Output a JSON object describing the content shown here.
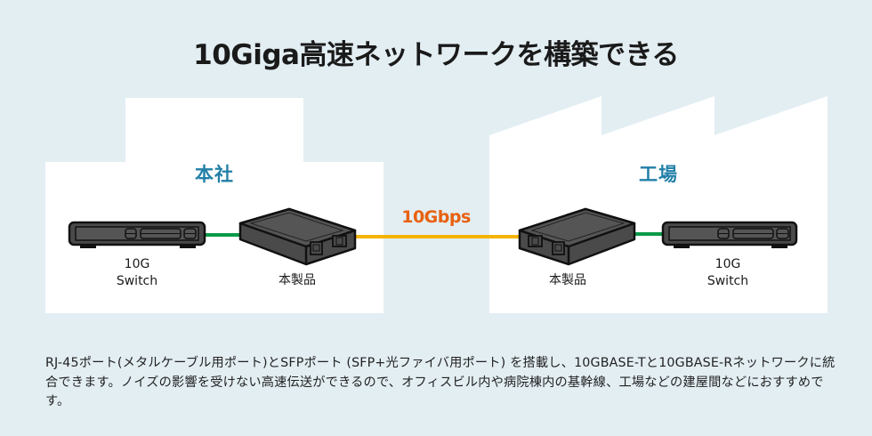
{
  "title": "10Giga高速ネットワークを構築できる",
  "sites": {
    "left": {
      "name": "本社",
      "switch_label_line1": "10G",
      "switch_label_line2": "Switch",
      "product_label": "本製品"
    },
    "right": {
      "name": "工場",
      "switch_label_line1": "10G",
      "switch_label_line2": "Switch",
      "product_label": "本製品"
    }
  },
  "link": {
    "speed": "10Gbps"
  },
  "description": "RJ-45ポート(メタルケーブル用ポート)とSFPポート (SFP+光ファイバ用ポート) を搭載し、10GBASE-Tと10GBASE-Rネットワークに統合できます。ノイズの影響を受けない高速伝送ができるので、オフィスビル内や病院棟内の基幹線、工場などの建屋間などにおすすめです。",
  "colors": {
    "background": "#e3eef3",
    "building": "#ffffff",
    "site_label": "#2280a8",
    "copper_cable": "#0a9a48",
    "fiber_cable": "#f5b400",
    "speed_text": "#e8610f",
    "device_body": "#4a4a4a",
    "device_outline": "#111111"
  }
}
